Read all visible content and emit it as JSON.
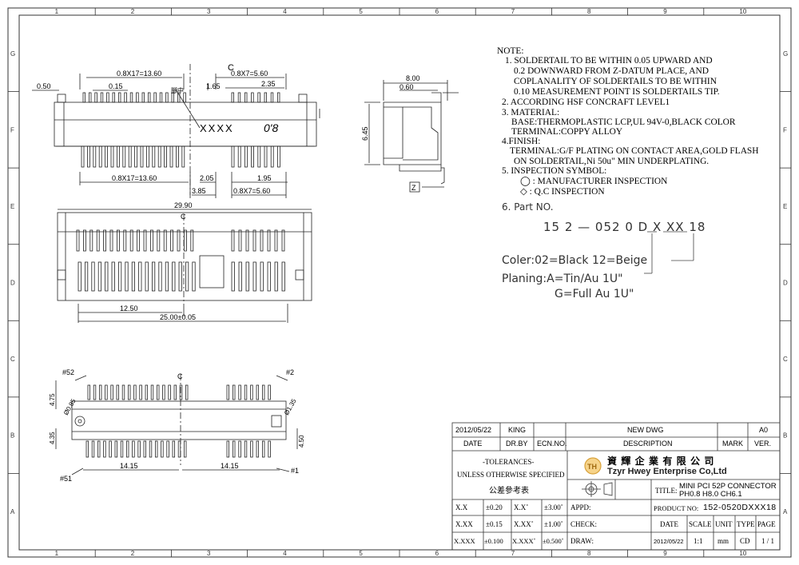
{
  "border": {
    "cols": [
      "1",
      "2",
      "3",
      "4",
      "5",
      "6",
      "7",
      "8",
      "9",
      "10"
    ],
    "rows": [
      "G",
      "F",
      "E",
      "D",
      "C",
      "B",
      "A"
    ]
  },
  "notes": {
    "heading": "NOTE:",
    "lines": [
      "1. SOLDERTAIL TO BE WITHIN 0.05 UPWARD AND",
      "0.2 DOWNWARD FROM  Z-DATUM PLACE, AND",
      "COPLANALITY OF SOLDERTAILS TO BE WITHIN",
      "0.10 MEASUREMENT POINT IS SOLDERTAILS TIP.",
      "2. ACCORDING HSF CONCRAFT LEVEL1",
      "3. MATERIAL:",
      "BASE:THERMOPLASTIC LCP,UL 94V-0,BLACK COLOR",
      "TERMINAL:COPPY ALLOY",
      "4.FINISH:",
      "TERMINAL:G/F PLATING ON CONTACT AREA,GOLD FLASH",
      "ON SOLDERTAIL,Ni 50u\" MIN UNDERPLATING.",
      "5. INSPECTION SYMBOL:",
      "◯ : MANUFACTURER INSPECTION",
      "◇ : Q.C INSPECTION"
    ]
  },
  "part_no": {
    "label": "6. Part NO.",
    "code": "15  2  —  052  0  D  X  XX  18",
    "color": "Coler:02=Black  12=Beige",
    "plating": "Planing:A=Tin/Au  1U\"",
    "plating2": "G=Full  Au  1U\""
  },
  "dims": {
    "top_a": "0.8X17=13.60",
    "top_b": "0.8X7=5.60",
    "top_c": "C",
    "d050": "0.50",
    "d015": "0.15",
    "d165": "1.65",
    "d235": "2.35",
    "mark_label": "腳中",
    "xxxx": "XXXX",
    "logo": "0'8",
    "bot_a": "0.8X17=13.60",
    "d205": "2.05",
    "d195": "1.95",
    "d385": "3.85",
    "bot_b": "0.8X7=5.60",
    "side_w": "8.00",
    "side_s": "0.60",
    "side_h": "6.45",
    "z": "Z",
    "w2990": "29.90",
    "c2": "C",
    "d1250": "12.50",
    "d2500": "25.00±0.05",
    "p52": "#52",
    "p2": "#2",
    "p51": "#51",
    "p1": "#1",
    "c3": "C",
    "d475": "4.75",
    "d085": "Ø0.85",
    "d135": "Ø1.35",
    "d435": "4.35",
    "d450": "4.50",
    "d1415a": "14.15",
    "d1415b": "14.15"
  },
  "title_block": {
    "date_val": "2012/05/22",
    "drby_val": "KING",
    "desc_val": "NEW  DWG",
    "ver_val": "A0",
    "h_date": "DATE",
    "h_drby": "DR.BY",
    "h_ecn": "ECN.NO.",
    "h_desc": "DESCRIPTION",
    "h_mark": "MARK",
    "h_ver": "VER.",
    "tol1": "-TOLERANCES-",
    "tol2": "UNLESS OTHERWISE SPECIFIED",
    "tol3": "公差參考表",
    "company_cn": "資 輝 企 業 有 限 公 司",
    "company_en": "Tzyr Hwey Enterprise Co,Ltd",
    "logo_text": "TH",
    "title_label": "TITLE:",
    "title1": "MINI PCI 52P CONNECTOR",
    "title2": "PH0.8 H8.0 CH6.1",
    "t_x": "X.X",
    "t_x_v": "±0.20",
    "t_xa": "X.X˚",
    "t_xa_v": "±3.00˚",
    "t_xx": "X.XX",
    "t_xx_v": "±0.15",
    "t_xxa": "X.XX˚",
    "t_xxa_v": "±1.00˚",
    "t_xxx": "X.XXX",
    "t_xxx_v": "±0.100",
    "t_xxxa": "X.XXX˚",
    "t_xxxa_v": "±0.500˚",
    "appd": "APPD:",
    "check": "CHECK:",
    "draw": "DRAW:",
    "product_label": "PRODUCT NO:",
    "product_no": "152-0520DXXX18",
    "h_date2": "DATE",
    "h_scale": "SCALE",
    "h_unit": "UNIT",
    "h_type": "TYPE",
    "h_page": "PAGE",
    "v_date": "2012/05/22",
    "v_scale": "1:1",
    "v_unit": "mm",
    "v_type": "CD",
    "v_page": "1 / 1"
  }
}
